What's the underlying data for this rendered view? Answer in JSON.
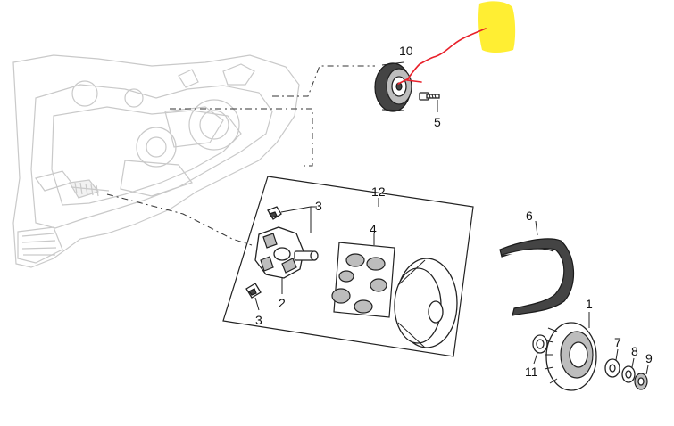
{
  "callouts": {
    "c10": "10",
    "c5": "5",
    "c12": "12",
    "c3a": "3",
    "c4": "4",
    "c2": "2",
    "c3b": "3",
    "c6": "6",
    "c1": "1",
    "c7": "7",
    "c8": "8",
    "c9": "9",
    "c11": "11"
  },
  "colors": {
    "highlight": "#ffee33",
    "annotation_stroke": "#e8202a",
    "line_art": "#222222",
    "ghost_art": "#c9c9c9"
  }
}
